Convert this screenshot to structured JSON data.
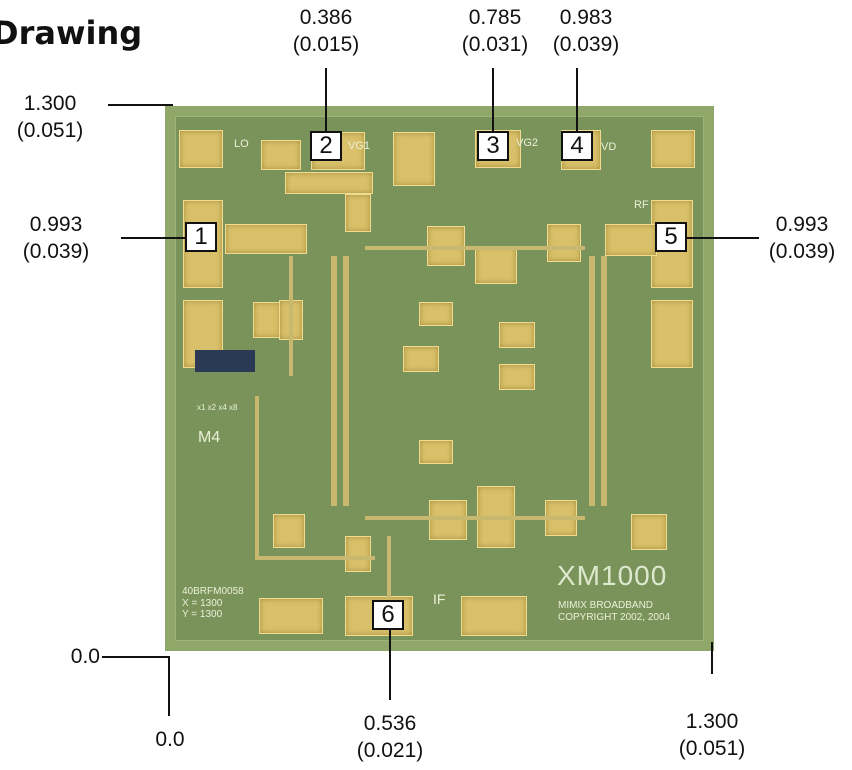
{
  "title": "Drawing",
  "dimensions": {
    "top_2": {
      "mm": "0.386",
      "in": "(0.015)"
    },
    "top_3": {
      "mm": "0.785",
      "in": "(0.031)"
    },
    "top_4": {
      "mm": "0.983",
      "in": "(0.039)"
    },
    "left_top": {
      "mm": "1.300",
      "in": "(0.051)"
    },
    "left_1": {
      "mm": "0.993",
      "in": "(0.039)"
    },
    "right_5": {
      "mm": "0.993",
      "in": "(0.039)"
    },
    "left_origin": {
      "mm": "0.0"
    },
    "bottom_origin": {
      "mm": "0.0"
    },
    "bottom_6": {
      "mm": "0.536",
      "in": "(0.021)"
    },
    "bottom_right": {
      "mm": "1.300",
      "in": "(0.051)"
    }
  },
  "pads": [
    "1",
    "2",
    "3",
    "4",
    "5",
    "6"
  ],
  "chip_labels": {
    "vg1": "VG1",
    "vg2": "VG2",
    "vd": "VD",
    "lo": "LO",
    "rf": "RF",
    "if": "IF",
    "m4": "M4",
    "grid_axis": "x1 x2 x4 x8",
    "part": "40BRFM0058",
    "x": "X = 1300",
    "y": "Y = 1300",
    "logo": "XM1000",
    "company": "MIMIX BROADBAND",
    "copyright": "COPYRIGHT 2002, 2004"
  }
}
